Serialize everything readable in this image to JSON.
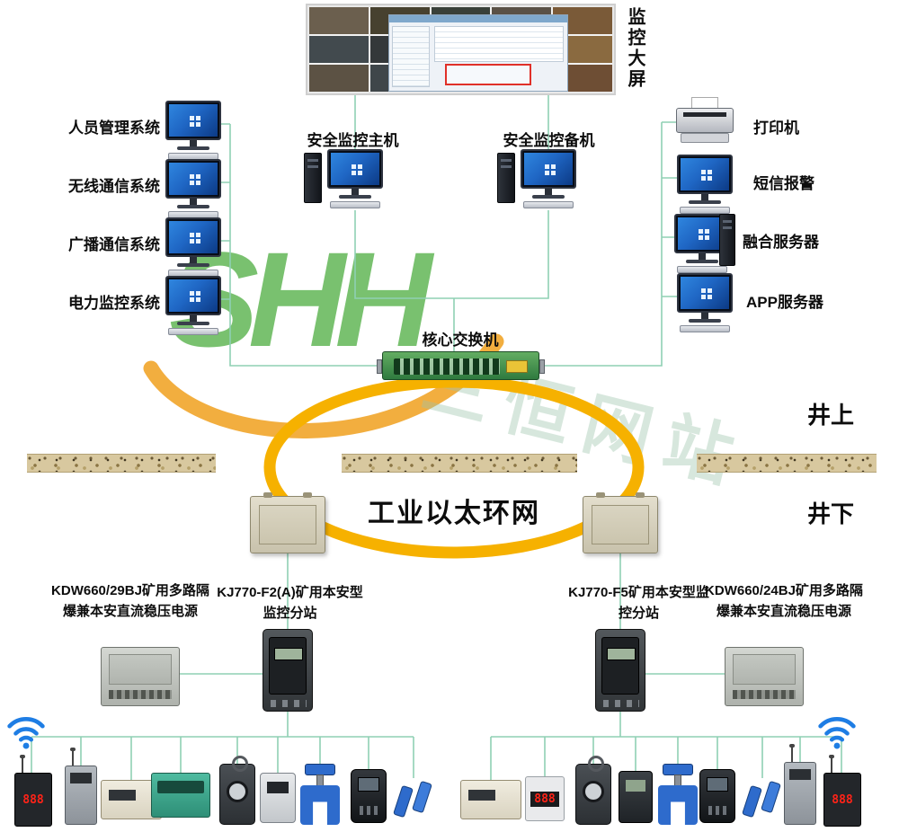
{
  "wall": {
    "label": "监控大屏"
  },
  "left_systems": {
    "items": [
      {
        "label": "人员管理系统"
      },
      {
        "label": "无线通信系统"
      },
      {
        "label": "广播通信系统"
      },
      {
        "label": "电力监控系统"
      }
    ]
  },
  "hosts": {
    "primary": "安全监控主机",
    "backup": "安全监控备机"
  },
  "right_devices": {
    "printer": "打印机",
    "sms": "短信报警",
    "fusion": "融合服务器",
    "app": "APP服务器"
  },
  "network": {
    "core_switch": "核心交换机",
    "ring": "工业以太环网",
    "surface": "井上",
    "underground": "井下"
  },
  "underground": {
    "left_power": "KDW660/29BJ矿用多路隔爆兼本安直流稳压电源",
    "left_substation": "KJ770-F2(A)矿用本安型监控分站",
    "right_substation": "KJ770-F5矿用本安型监控分站",
    "right_power": "KDW660/24BJ矿用多路隔爆兼本安直流稳压电源"
  },
  "sensors": {
    "led_value": "888"
  },
  "watermark": {
    "logo": "SHH",
    "text": "三恒网站"
  },
  "colors": {
    "line": "#8fd0b4",
    "ring": "#f6b100",
    "wifi": "#1e7de4"
  }
}
